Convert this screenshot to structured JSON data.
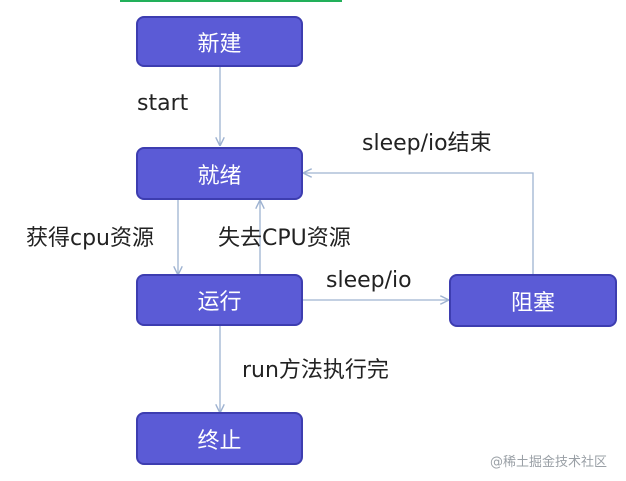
{
  "nodes": {
    "new": "新建",
    "ready": "就绪",
    "running": "运行",
    "blocked": "阻塞",
    "terminated": "终止"
  },
  "edges": {
    "start": "start",
    "sleep_io_end": "sleep/io结束",
    "get_cpu": "获得cpu资源",
    "lose_cpu": "失去CPU资源",
    "sleep_io": "sleep/io",
    "run_complete": "run方法执行完"
  },
  "watermark": "@稀土掘金技术社区",
  "colors": {
    "node_fill": "#5b5bd6",
    "node_border": "#3d3db0",
    "arrow": "#9fb3d1",
    "top_bar": "#22b05a"
  }
}
